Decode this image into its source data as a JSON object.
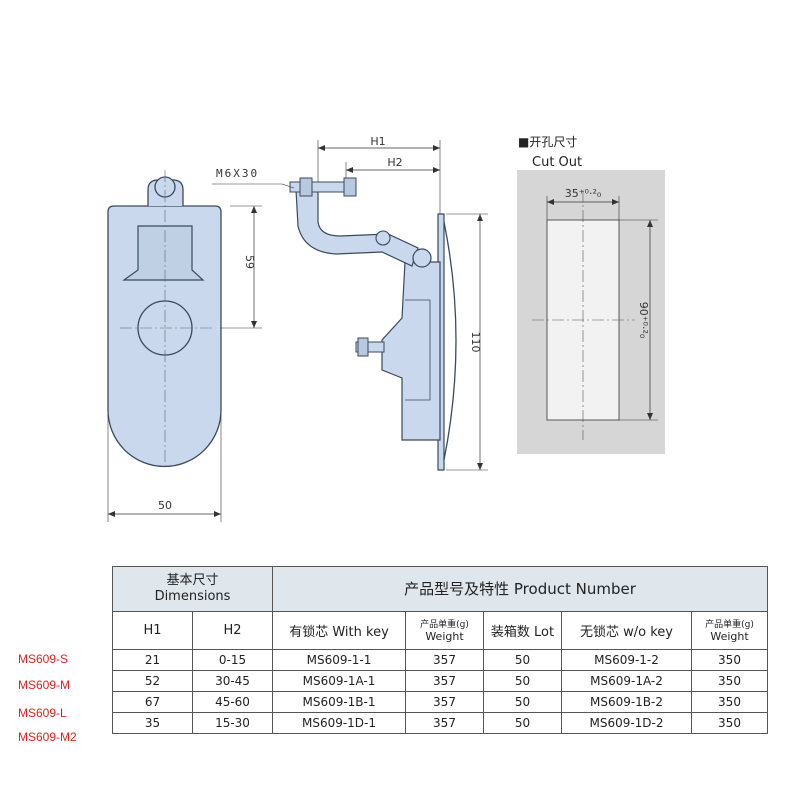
{
  "drawing": {
    "front_width_label": "50",
    "front_height_label": "59",
    "side_thread_label": "M6X30",
    "side_h1_label": "H1",
    "side_h2_label": "H2",
    "side_height_label": "110",
    "cutout_title": "■开孔尺寸",
    "cutout_subtitle": "Cut Out",
    "cutout_width_label": "35⁺⁰·²₀",
    "cutout_height_label": "90⁺⁰·²₀"
  },
  "table": {
    "header_dimensions": "基本尺寸",
    "header_dimensions_en": "Dimensions",
    "header_product": "产品型号及特性 Product Number",
    "col_h1": "H1",
    "col_h2": "H2",
    "col_with_key": "有锁芯 With key",
    "col_weight1_cn": "产品单重(g)",
    "col_weight1_en": "Weight",
    "col_lot": "装箱数 Lot",
    "col_without_key": "无锁芯 w/o key",
    "col_weight2_cn": "产品单重(g)",
    "col_weight2_en": "Weight",
    "rows": [
      {
        "model": "MS609-S",
        "h1": "21",
        "h2": "0-15",
        "with_key": "MS609-1-1",
        "weight1": "357",
        "lot": "50",
        "without_key": "MS609-1-2",
        "weight2": "350"
      },
      {
        "model": "MS609-M",
        "h1": "52",
        "h2": "30-45",
        "with_key": "MS609-1A-1",
        "weight1": "357",
        "lot": "50",
        "without_key": "MS609-1A-2",
        "weight2": "350"
      },
      {
        "model": "MS609-L",
        "h1": "67",
        "h2": "45-60",
        "with_key": "MS609-1B-1",
        "weight1": "357",
        "lot": "50",
        "without_key": "MS609-1B-2",
        "weight2": "350"
      },
      {
        "model": "MS609-M2",
        "h1": "35",
        "h2": "15-30",
        "with_key": "MS609-1D-1",
        "weight1": "357",
        "lot": "50",
        "without_key": "MS609-1D-2",
        "weight2": "350"
      }
    ]
  },
  "colors": {
    "part_fill": "#c9d8ec",
    "cutout_bg": "#d6d6d6",
    "cutout_hole": "#f2f2f2",
    "header_bg": "#dfe6ec",
    "model_label": "#e02020"
  }
}
